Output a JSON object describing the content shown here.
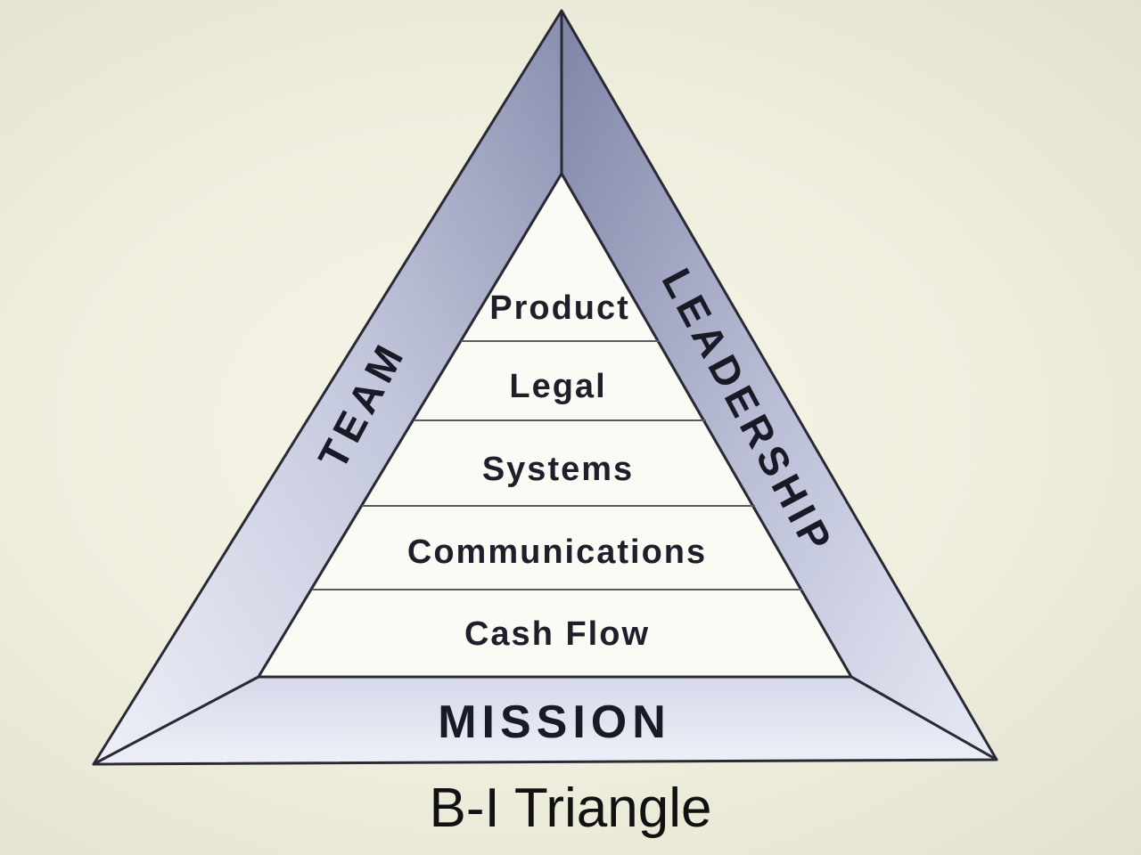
{
  "diagram": {
    "layers": [
      {
        "label": "Product"
      },
      {
        "label": "Legal"
      },
      {
        "label": "Systems"
      },
      {
        "label": "Communications"
      },
      {
        "label": "Cash Flow"
      }
    ],
    "left_side": "TEAM",
    "right_side": "LEADERSHIP",
    "base": "MISSION",
    "colors": {
      "frame_light": "#e4e7f2",
      "frame_dark": "#7f84a6",
      "outline": "#2a2a35",
      "inner_fill": "#fbfbf6"
    }
  },
  "caption": "B-I Triangle"
}
